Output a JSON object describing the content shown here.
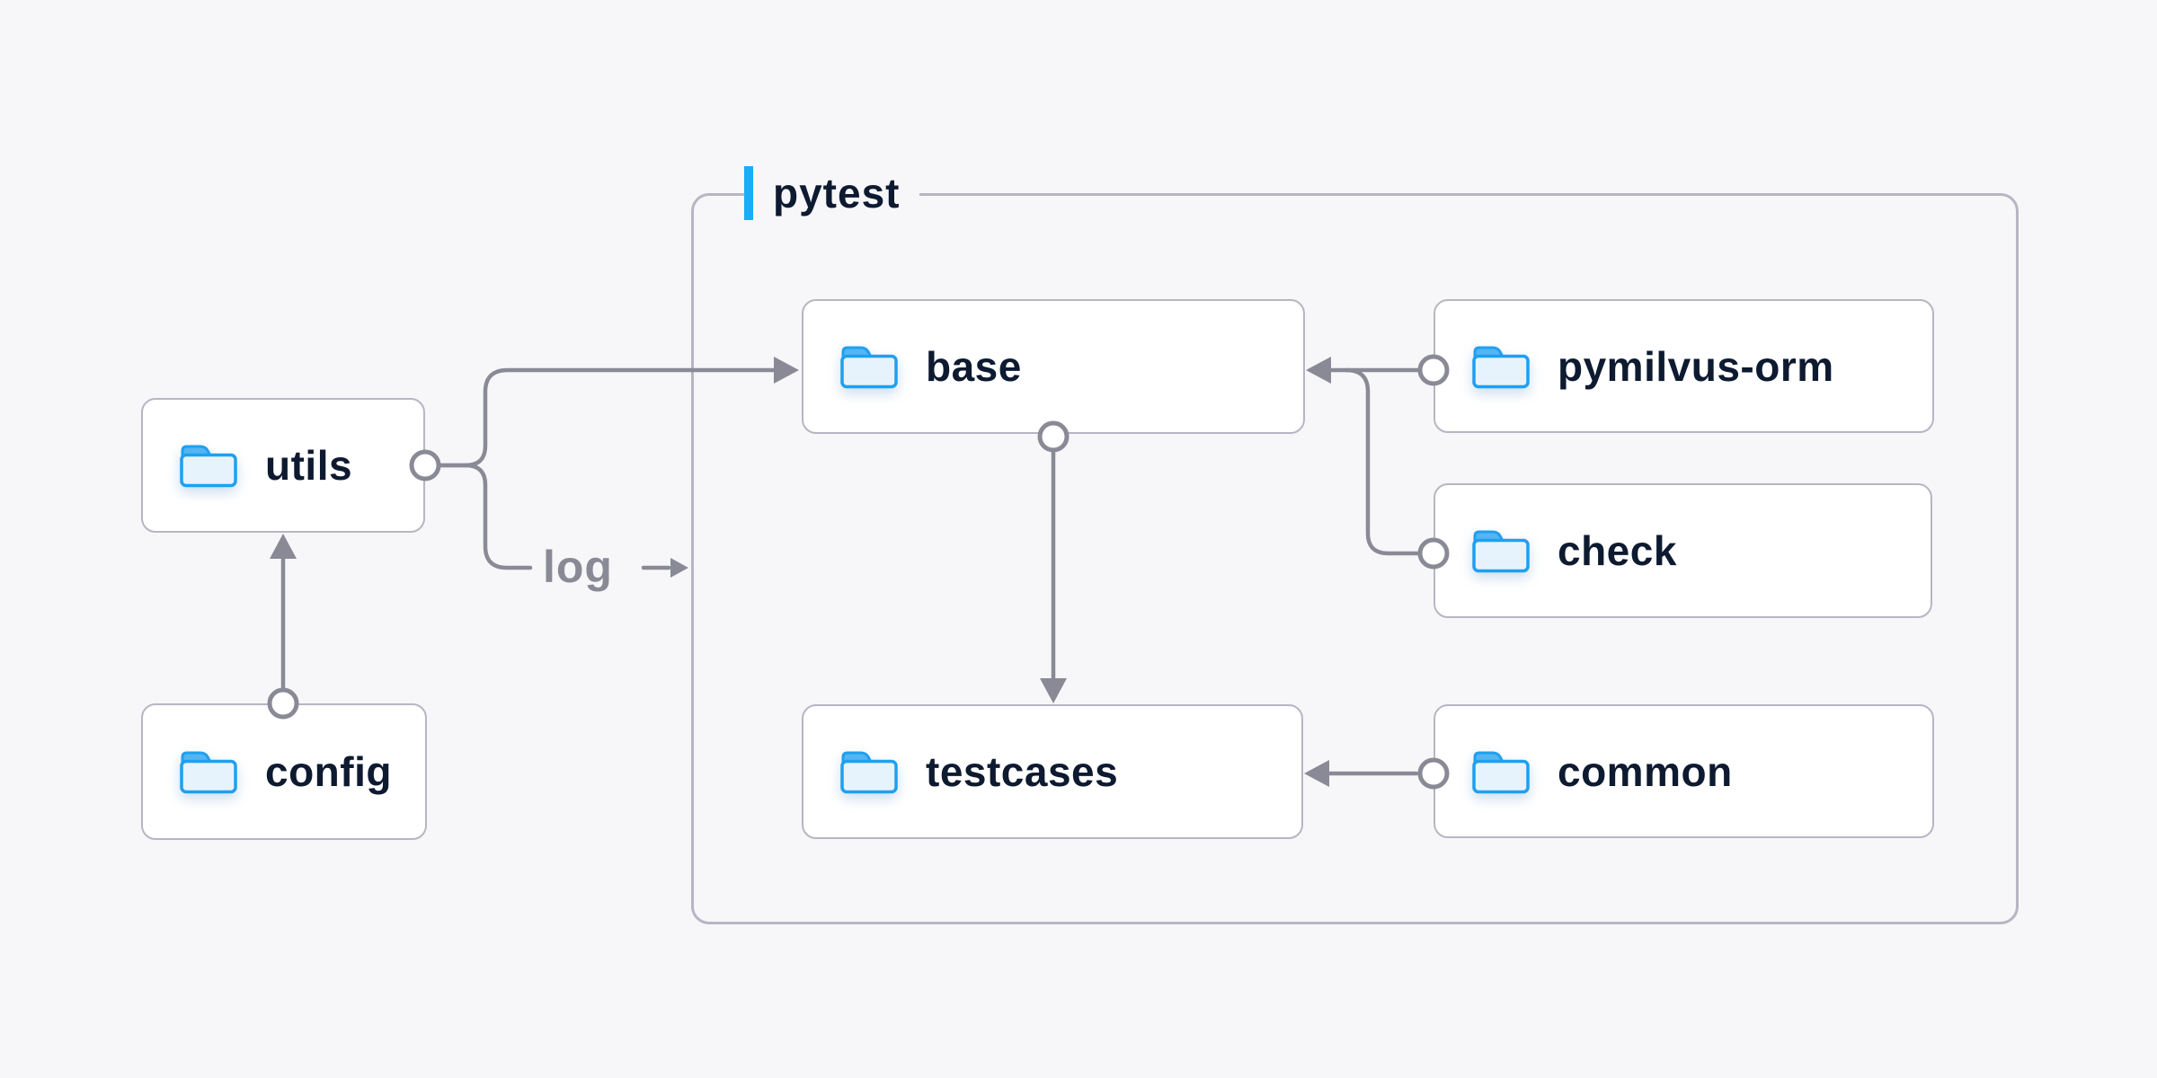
{
  "colors": {
    "background": "#F7F7F9",
    "node_fill": "#FFFFFF",
    "node_border": "#B6B6C4",
    "wire_gray": "#8A8A96",
    "accent_blue": "#18ADF4",
    "folder_outline_blue": "#1EA0EF",
    "folder_fill_blue": "#E7F3FC",
    "text_navy": "#0D1A30"
  },
  "container": {
    "label": "pytest"
  },
  "log_label": "log",
  "nodes": [
    {
      "id": "utils",
      "label": "utils",
      "icon": "folder-icon",
      "inside_pytest": false
    },
    {
      "id": "config",
      "label": "config",
      "icon": "folder-icon",
      "inside_pytest": false
    },
    {
      "id": "base",
      "label": "base",
      "icon": "folder-icon",
      "inside_pytest": true
    },
    {
      "id": "pymilvus-orm",
      "label": "pymilvus-orm",
      "icon": "folder-icon",
      "inside_pytest": true
    },
    {
      "id": "check",
      "label": "check",
      "icon": "folder-icon",
      "inside_pytest": true
    },
    {
      "id": "testcases",
      "label": "testcases",
      "icon": "folder-icon",
      "inside_pytest": true
    },
    {
      "id": "common",
      "label": "common",
      "icon": "folder-icon",
      "inside_pytest": true
    }
  ],
  "edges": [
    {
      "from": "config",
      "to": "utils",
      "tip": "arrow"
    },
    {
      "from": "utils",
      "to": "base",
      "tip": "arrow"
    },
    {
      "from": "utils",
      "to": "log",
      "tip": "none"
    },
    {
      "from": "log",
      "to": "pytest",
      "tip": "arrow"
    },
    {
      "from": "pymilvus-orm",
      "to": "base",
      "tip": "arrow"
    },
    {
      "from": "check",
      "to": "base",
      "tip": "arrow"
    },
    {
      "from": "base",
      "to": "testcases",
      "tip": "arrow"
    },
    {
      "from": "common",
      "to": "testcases",
      "tip": "arrow"
    }
  ]
}
